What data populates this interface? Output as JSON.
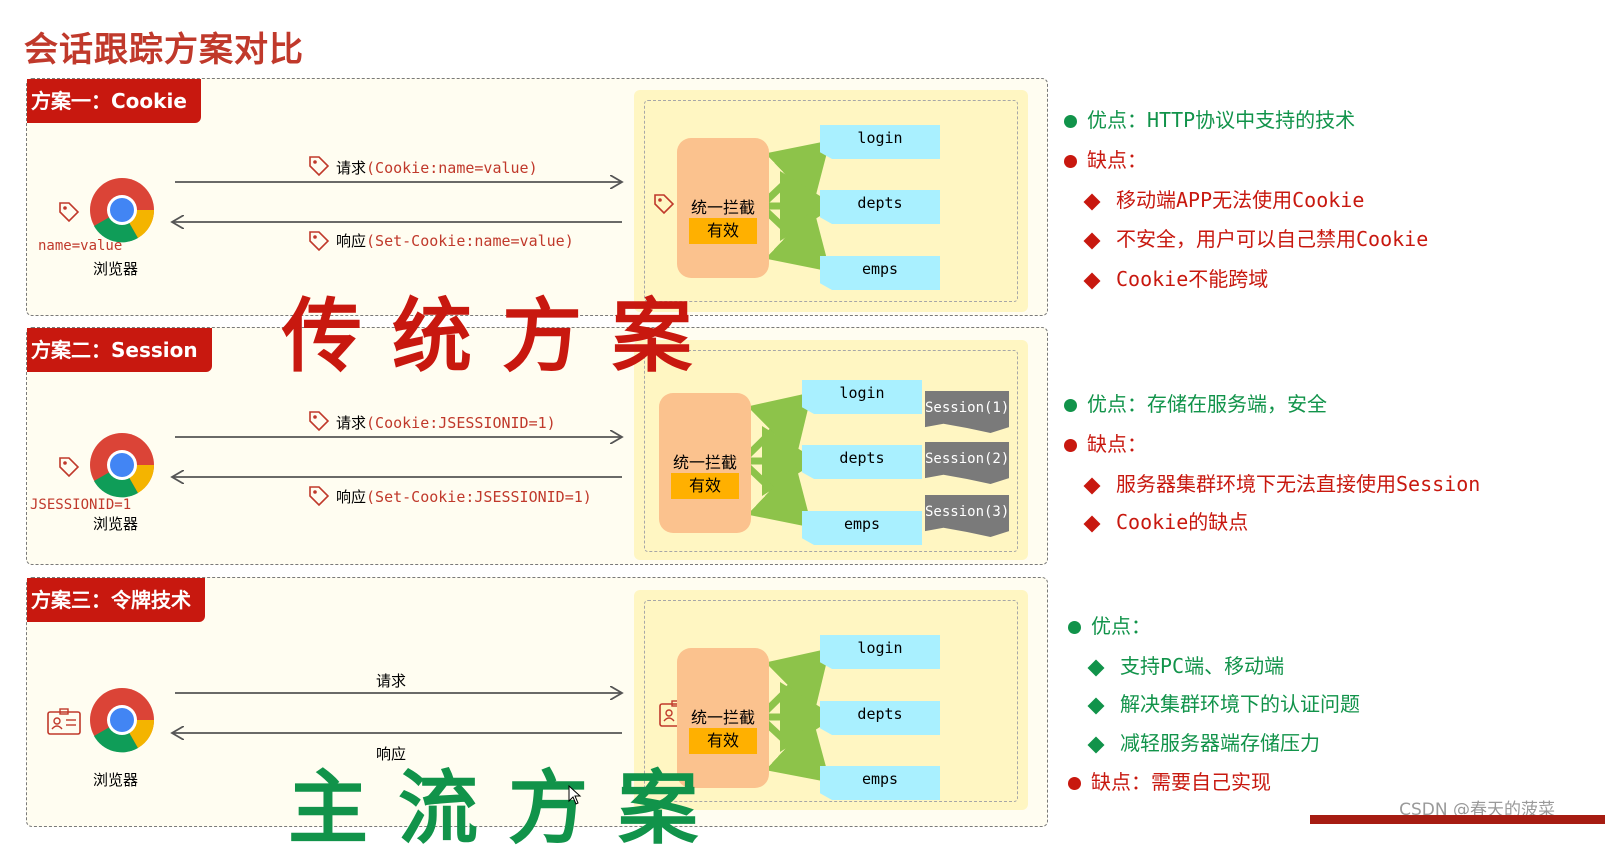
{
  "title": "会话跟踪方案对比",
  "watermark": "CSDN @春天的菠菜",
  "overlays": {
    "traditional": "传统方案",
    "mainstream": "主流方案"
  },
  "colors": {
    "title": "#c0392b",
    "tag": "#c8180f",
    "pro": "#11934a",
    "con": "#c8180f",
    "endpoint": "#a9f0ff",
    "interceptor": "#fbc28e",
    "valid": "#ffb000",
    "arrow_green": "#8dc34a"
  },
  "common": {
    "browser": "浏览器",
    "interceptor": "统一拦截",
    "valid": "有效",
    "endpoints": [
      "login",
      "depts",
      "emps"
    ]
  },
  "schemes": [
    {
      "tag": "方案一：Cookie",
      "client_value": "name=value",
      "request_label": "请求",
      "request_detail": "(Cookie:name=value)",
      "response_label": "响应",
      "response_detail": "(Set-Cookie:name=value)",
      "pros_label": "优点：",
      "pros": [
        "HTTP协议中支持的技术"
      ],
      "cons_label": "缺点：",
      "cons": [
        "移动端APP无法使用Cookie",
        "不安全，用户可以自己禁用Cookie",
        "Cookie不能跨域"
      ]
    },
    {
      "tag": "方案二：Session",
      "client_value": "JSESSIONID=1",
      "request_label": "请求",
      "request_detail": "(Cookie:JSESSIONID=1)",
      "response_label": "响应",
      "response_detail": "(Set-Cookie:JSESSIONID=1)",
      "sessions": [
        "Session(1)",
        "Session(2)",
        "Session(3)"
      ],
      "pros_label": "优点：",
      "pros": [
        "存储在服务端，安全"
      ],
      "cons_label": "缺点：",
      "cons": [
        "服务器集群环境下无法直接使用Session",
        "Cookie的缺点"
      ]
    },
    {
      "tag": "方案三：令牌技术",
      "request_label": "请求",
      "response_label": "响应",
      "pros_label": "优点：",
      "pros": [
        "支持PC端、移动端",
        "解决集群环境下的认证问题",
        "减轻服务器端存储压力"
      ],
      "cons_label": "缺点：",
      "cons_inline": "需要自己实现"
    }
  ]
}
